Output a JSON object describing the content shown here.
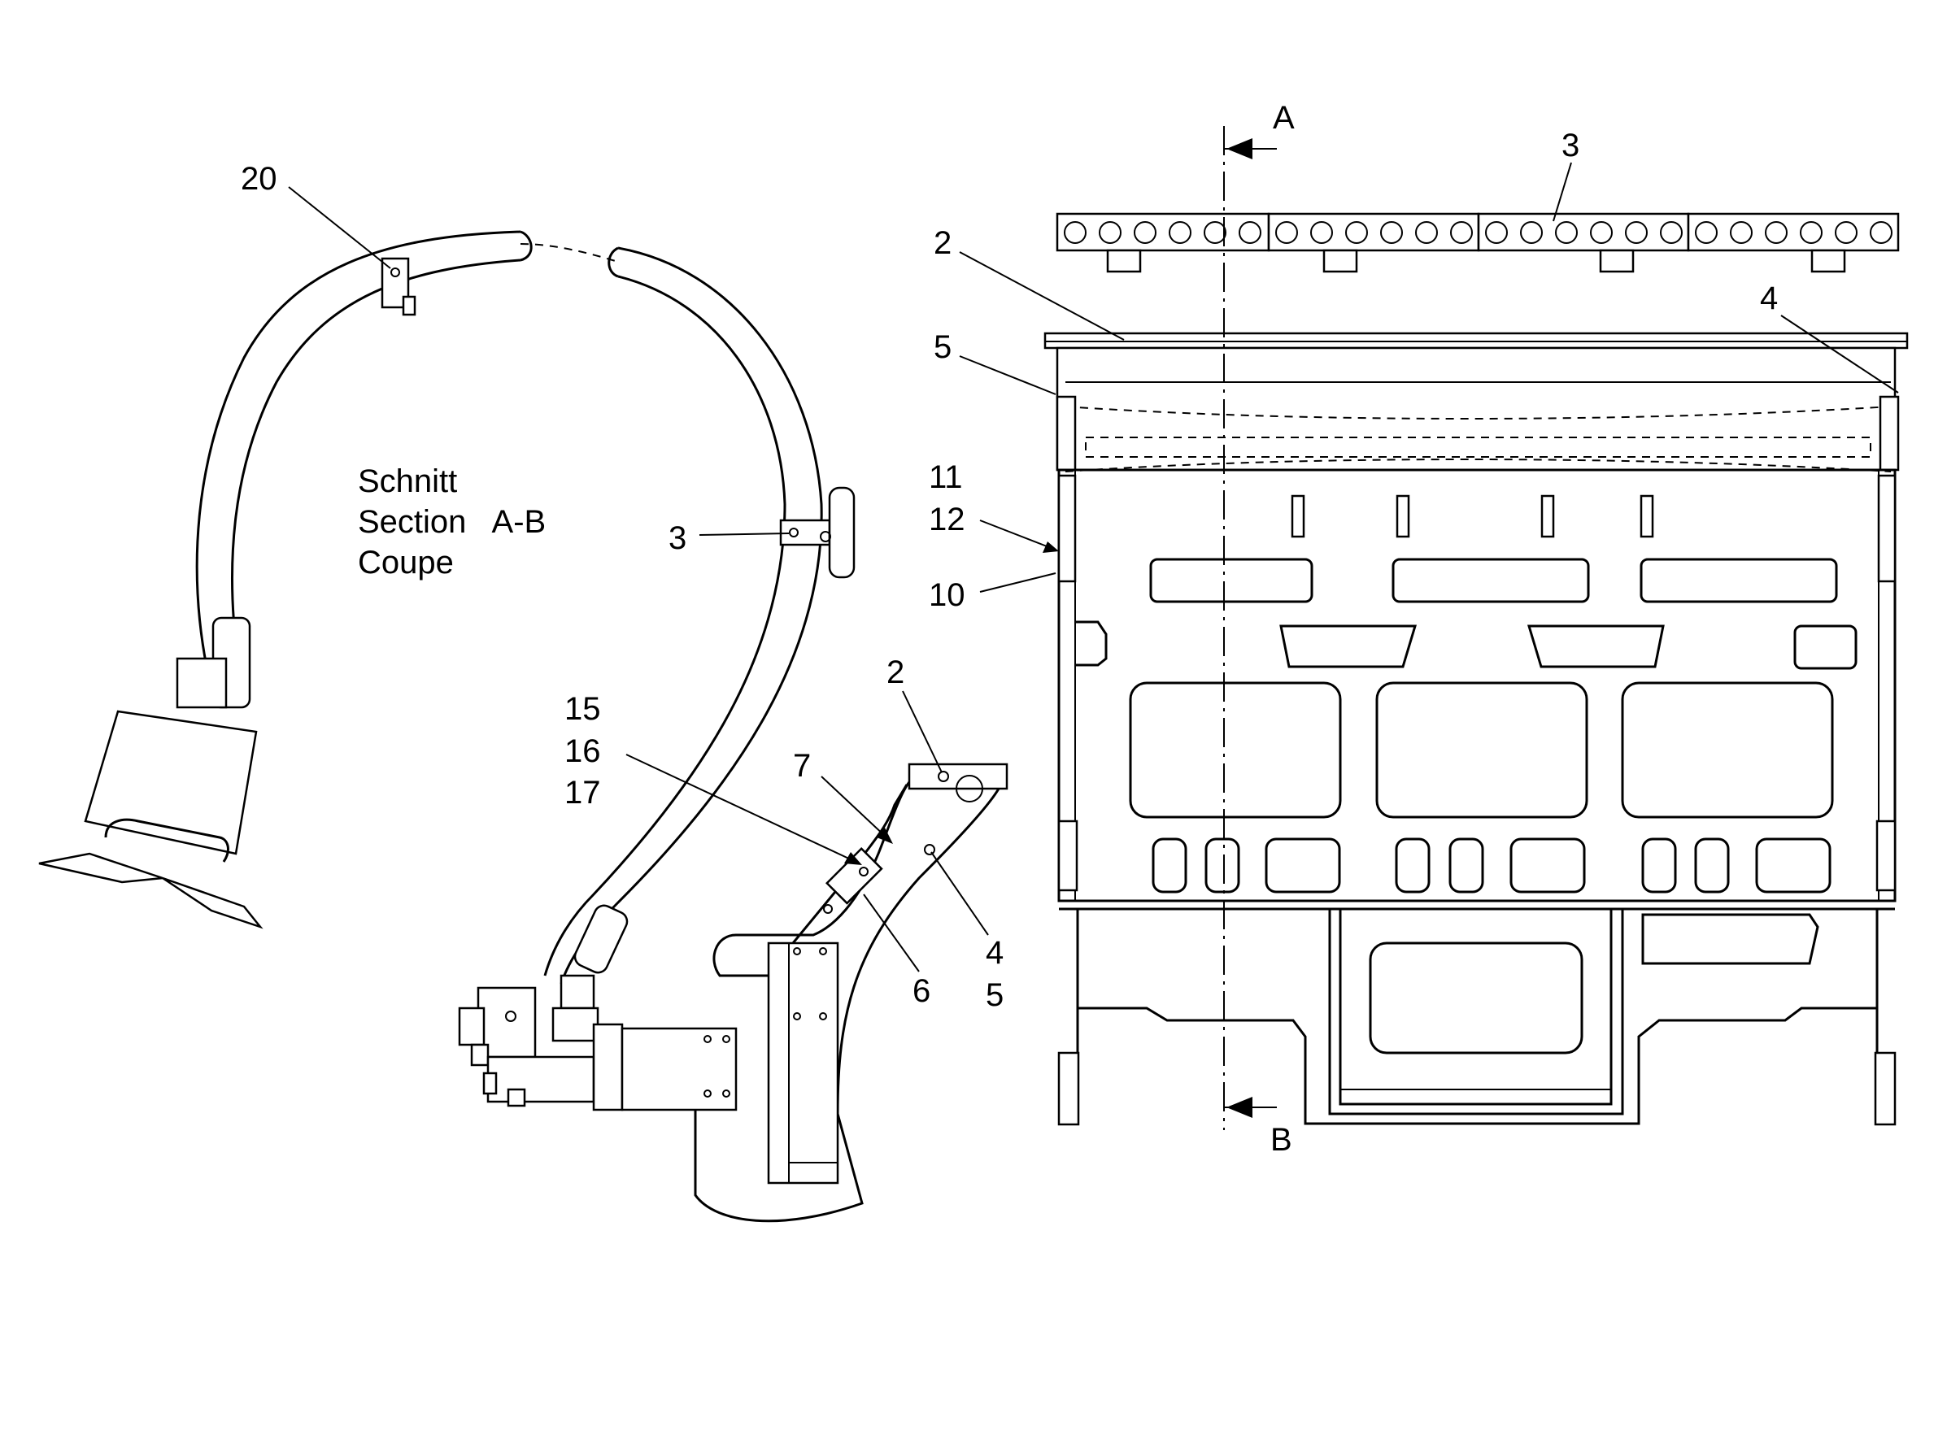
{
  "section_caption": [
    "Schnitt",
    "Section   A-B",
    "Coupe"
  ],
  "section_marks": {
    "top": "A",
    "bottom": "B"
  },
  "left_view_labels": {
    "c20": "20",
    "c3": "3",
    "c15": "15",
    "c16": "16",
    "c17": "17",
    "c7": "7",
    "c2": "2",
    "c6": "6",
    "c4": "4",
    "c5": "5"
  },
  "right_view_labels": {
    "c3": "3",
    "c2": "2",
    "c4": "4",
    "c5": "5",
    "c11": "11",
    "c12": "12",
    "c10": "10"
  }
}
